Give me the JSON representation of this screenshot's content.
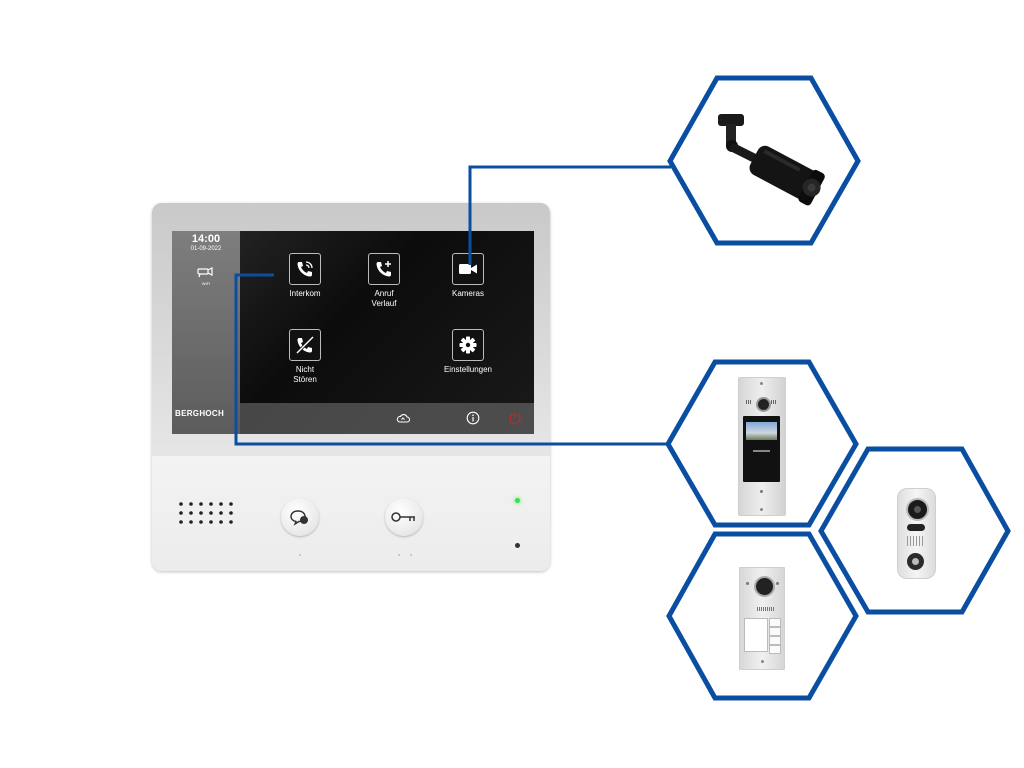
{
  "colors": {
    "accent_line": "#0a4ea2",
    "hexagon_stroke": "#0a4ea2",
    "led_on": "#3de04a"
  },
  "monitor": {
    "time": "14:00",
    "date": "01-09-2022",
    "wifi_label": "WIFI",
    "brand": "BERGHOCH",
    "tiles": [
      {
        "label": "Interkom",
        "icon": "phone-ringing-icon"
      },
      {
        "label": "Anruf\nVerlauf",
        "icon": "phone-add-icon"
      },
      {
        "label": "Kameras",
        "icon": "video-camera-icon"
      },
      {
        "label": "Nicht\nStören",
        "icon": "phone-muted-icon"
      },
      {
        "label": "Einstellungen",
        "icon": "gear-icon"
      }
    ],
    "bottom_bar_icons": [
      "cloud-icon",
      "info-icon",
      "power-icon"
    ],
    "hardware_buttons": [
      "talk-button",
      "door-key-button"
    ]
  },
  "connected_devices": [
    {
      "icon": "bullet-camera"
    },
    {
      "icon": "tall-door-station"
    },
    {
      "icon": "compact-door-station"
    },
    {
      "icon": "flush-door-station"
    }
  ]
}
